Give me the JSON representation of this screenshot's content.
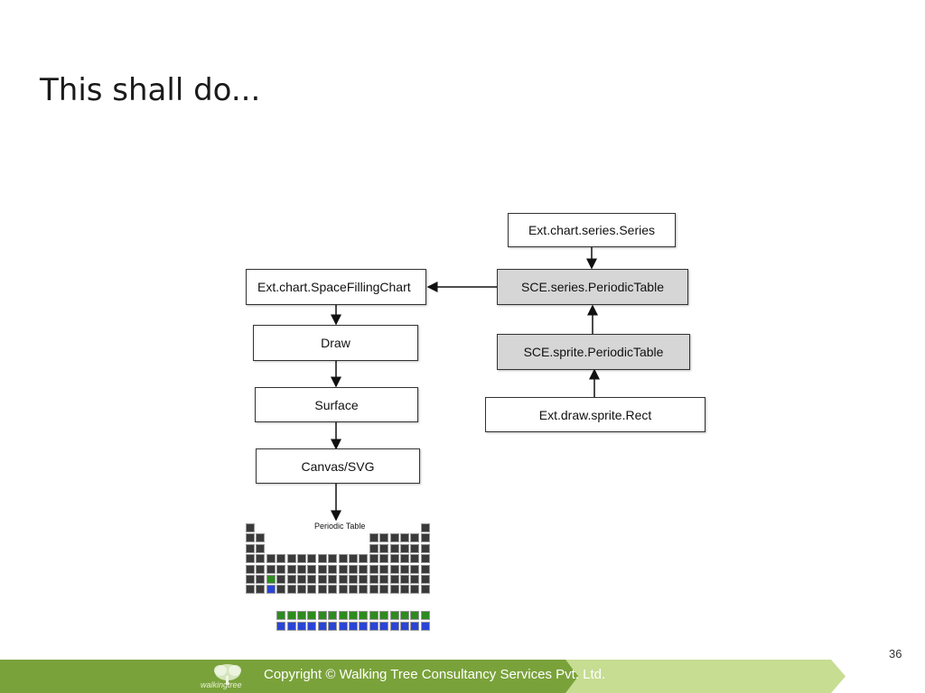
{
  "slide": {
    "title": "This shall do...",
    "page_number": "36",
    "footer": "Copyright © Walking Tree Consultancy Services Pvt. Ltd.",
    "logo_text": "walkingtree",
    "colors": {
      "footer_green": "#7aa23a",
      "footer_green_light": "#c6dd92",
      "box_gray": "#d6d6d6"
    }
  },
  "diagram": {
    "nodes": {
      "series": "Ext.chart.series.Series",
      "spacefilling": "Ext.chart.SpaceFillingChart",
      "sce_series": "SCE.series.PeriodicTable",
      "draw": "Draw",
      "sce_sprite": "SCE.sprite.PeriodicTable",
      "surface": "Surface",
      "rect": "Ext.draw.sprite.Rect",
      "canvas": "Canvas/SVG"
    },
    "periodic_table_title": "Periodic Table"
  }
}
